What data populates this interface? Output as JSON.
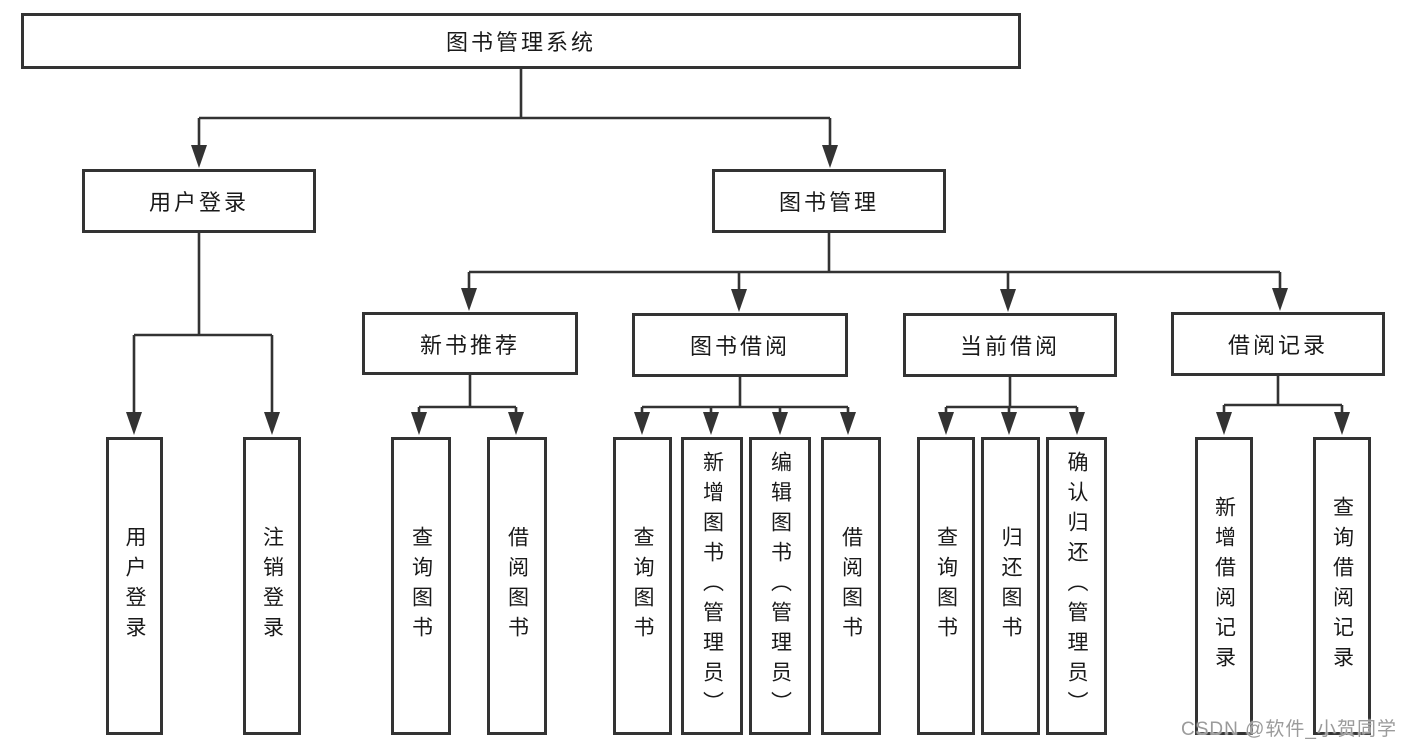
{
  "diagram": {
    "watermark": "CSDN @软件_小贺同学",
    "line_color": "#333333",
    "tree": {
      "label": "图书管理系统",
      "children": [
        {
          "label": "用户登录",
          "children": [
            {
              "label": "用户登录"
            },
            {
              "label": "注销登录"
            }
          ]
        },
        {
          "label": "图书管理",
          "children": [
            {
              "label": "新书推荐",
              "children": [
                {
                  "label": "查询图书"
                },
                {
                  "label": "借阅图书"
                }
              ]
            },
            {
              "label": "图书借阅",
              "children": [
                {
                  "label": "查询图书"
                },
                {
                  "label": "新增图书（管理员）"
                },
                {
                  "label": "编辑图书（管理员）"
                },
                {
                  "label": "借阅图书"
                }
              ]
            },
            {
              "label": "当前借阅",
              "children": [
                {
                  "label": "查询图书"
                },
                {
                  "label": "归还图书"
                },
                {
                  "label": "确认归还（管理员）"
                }
              ]
            },
            {
              "label": "借阅记录",
              "children": [
                {
                  "label": "新增借阅记录"
                },
                {
                  "label": "查询借阅记录"
                }
              ]
            }
          ]
        }
      ]
    }
  }
}
